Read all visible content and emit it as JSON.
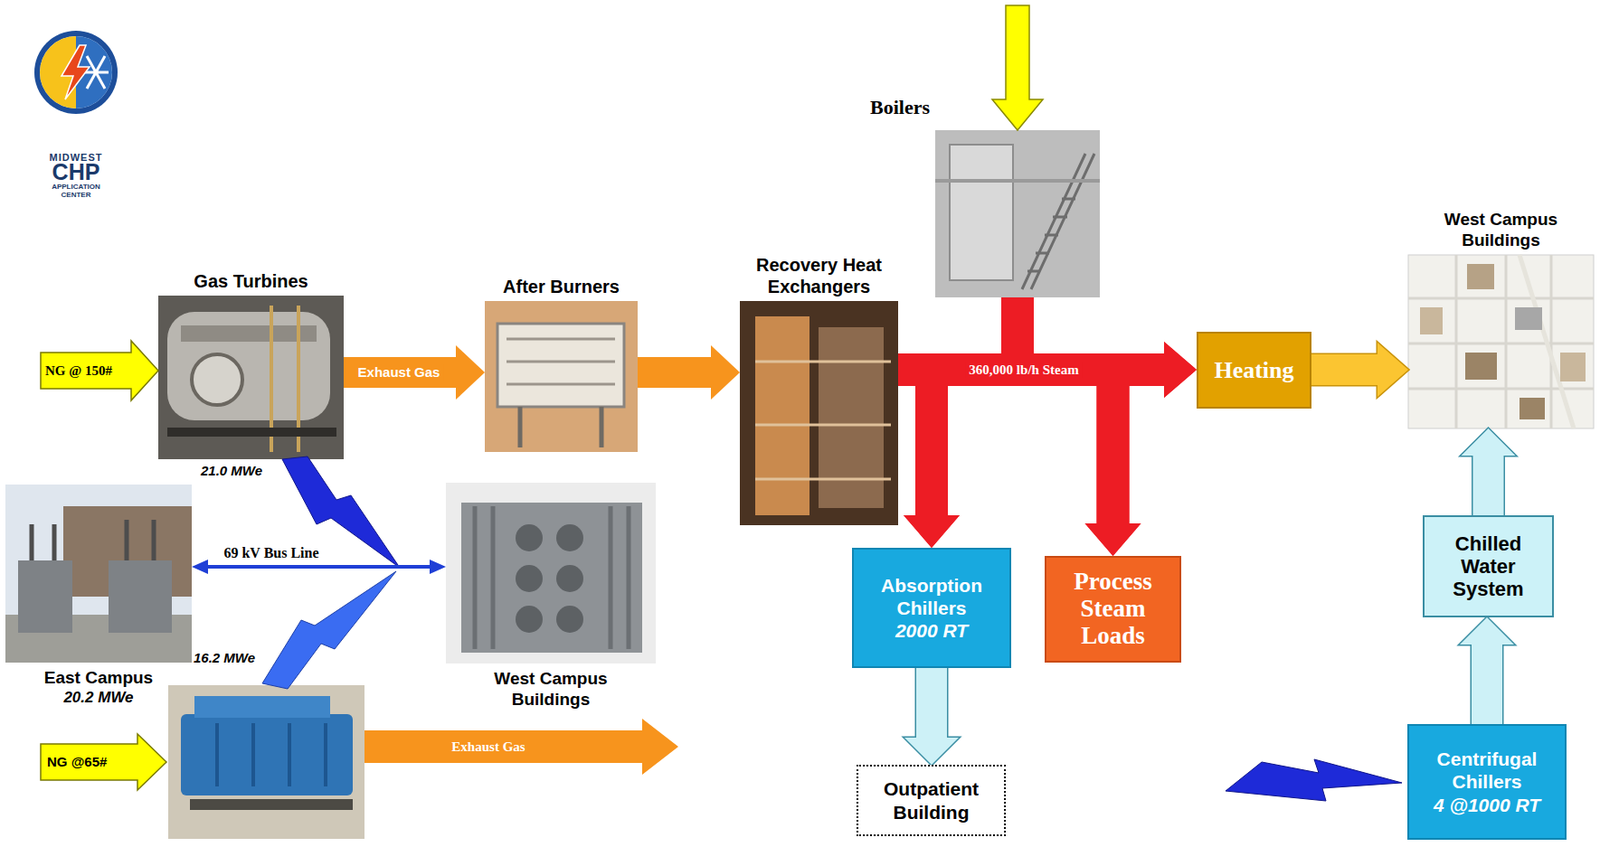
{
  "diagram": {
    "nodes": [
      {
        "text": [
          "Gas Turbines"
        ]
      },
      {
        "text": [
          "After Burners"
        ]
      },
      {
        "text": [
          "Recovery Heat Exchangers"
        ]
      },
      {
        "text": [
          "Boilers"
        ]
      },
      {
        "text": [
          "Heating"
        ]
      },
      {
        "text": [
          "West Campus Buildings"
        ]
      },
      {
        "text": [
          "Absorption Chillers",
          "2000 RT"
        ]
      },
      {
        "text": [
          "Process Steam Loads"
        ]
      },
      {
        "text": [
          "Outpatient Building"
        ]
      },
      {
        "text": [
          "Chilled Water System"
        ]
      },
      {
        "text": [
          "Centrifugal Chillers",
          "4 @1000 RT"
        ]
      },
      {
        "text": [
          "East Campus",
          "20.2 MWe"
        ]
      },
      {
        "text": [
          "West Campus Buildings"
        ]
      }
    ],
    "edges": [
      {
        "from": 0,
        "to": 1,
        "arrow": "to",
        "label": "Exhaust Gas"
      },
      {
        "from": 1,
        "to": 2,
        "arrow": "to"
      },
      {
        "from": 2,
        "to": 4,
        "arrow": "to",
        "label": "360,000 lb/h Steam"
      },
      {
        "from": 2,
        "to": 6,
        "arrow": "to"
      },
      {
        "from": 2,
        "to": 7,
        "arrow": "to"
      },
      {
        "from": 3,
        "to": 4,
        "arrow": "to"
      },
      {
        "from": 3,
        "to": 6,
        "arrow": "to"
      },
      {
        "from": 3,
        "to": 7,
        "arrow": "to"
      },
      {
        "from": 4,
        "to": 5,
        "arrow": "to"
      },
      {
        "from": 6,
        "to": 8,
        "arrow": "to"
      },
      {
        "from": 10,
        "to": 9,
        "arrow": "to"
      },
      {
        "from": 9,
        "to": 5,
        "arrow": "to"
      },
      {
        "from": 11,
        "to": 12,
        "arrow": "both",
        "label": "69 kV Bus Line"
      }
    ],
    "labels": [
      "MIDWEST",
      "CHP",
      "APPLICATION",
      "CENTER",
      "NG @ 150#",
      "21.0 MWe",
      "16.2 MWe",
      "NG @65#",
      "Exhaust Gas"
    ]
  }
}
